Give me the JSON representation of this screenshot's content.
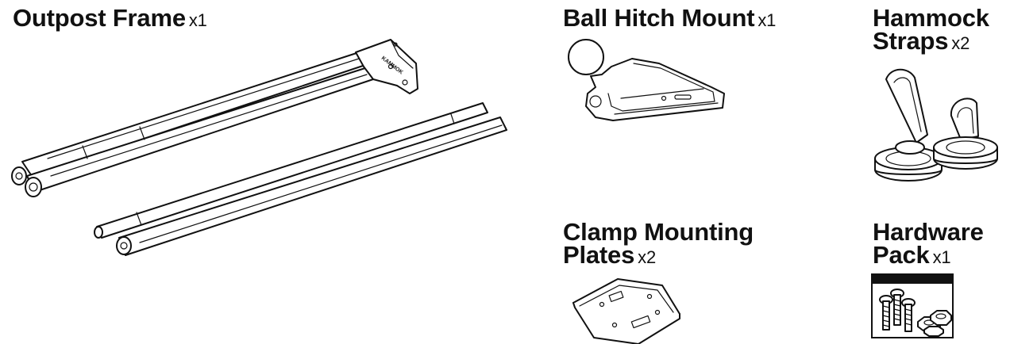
{
  "parts": [
    {
      "name": "Outpost Frame",
      "qty": "x1",
      "logo_text": "KAMMOK"
    },
    {
      "name": "Ball Hitch Mount",
      "qty": "x1"
    },
    {
      "name_lines": [
        "Hammock",
        "Straps"
      ],
      "qty": "x2"
    },
    {
      "name_lines": [
        "Clamp Mounting",
        "Plates"
      ],
      "qty": "x2"
    },
    {
      "name_lines": [
        "Hardware",
        "Pack"
      ],
      "qty": "x1"
    }
  ]
}
